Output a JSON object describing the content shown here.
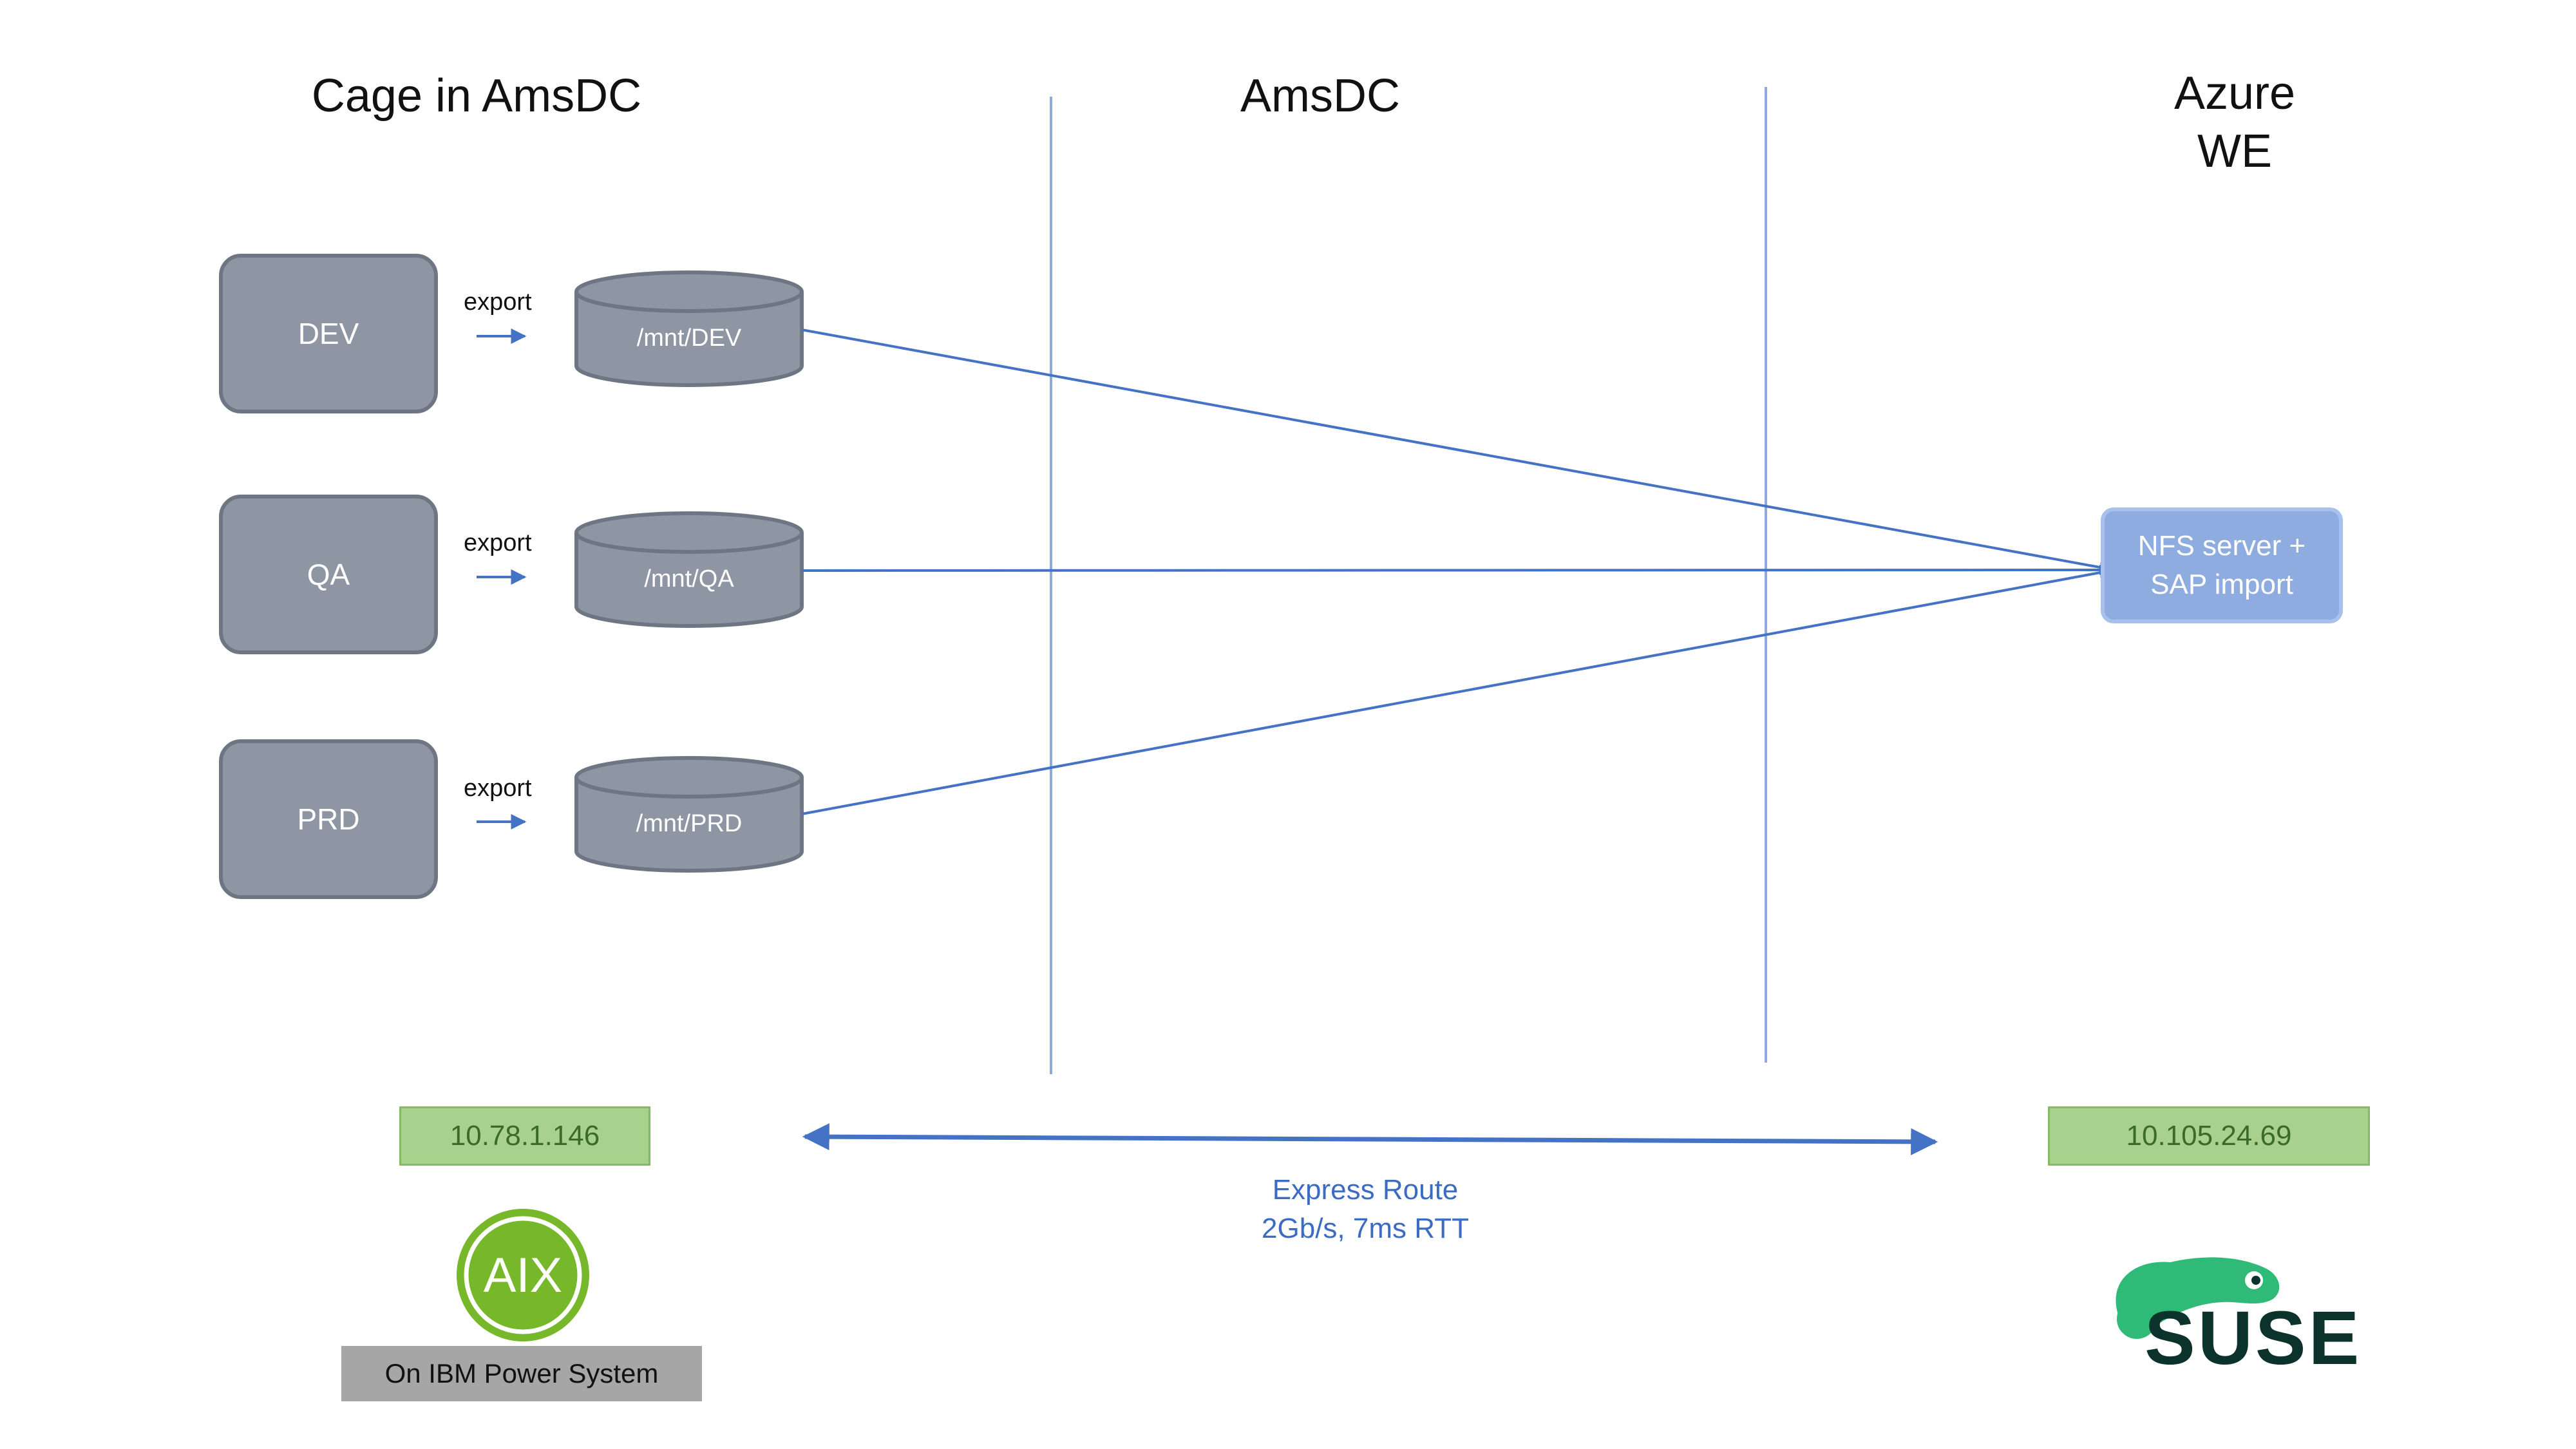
{
  "zones": {
    "left": "Cage in AmsDC",
    "middle": "AmsDC",
    "right_line1": "Azure",
    "right_line2": "WE"
  },
  "environments": [
    {
      "label": "DEV",
      "export_label": "export",
      "mount": "/mnt/DEV"
    },
    {
      "label": "QA",
      "export_label": "export",
      "mount": "/mnt/QA"
    },
    {
      "label": "PRD",
      "export_label": "export",
      "mount": "/mnt/PRD"
    }
  ],
  "nfs": {
    "line1": "NFS server +",
    "line2": "SAP import"
  },
  "ips": {
    "left": "10.78.1.146",
    "right": "10.105.24.69"
  },
  "route": {
    "line1": "Express Route",
    "line2": "2Gb/s, 7ms RTT"
  },
  "aix": {
    "logo_text": "AIX",
    "caption": "On IBM Power System"
  },
  "suse": {
    "logo_text": "SUSE"
  },
  "colors": {
    "arrow": "#4472c4",
    "divider": "#8faadc",
    "env_box": "#8e96a4",
    "nfs_box": "#8eacdf",
    "ip_box": "#a9d18e",
    "aix_green": "#76b82a",
    "suse_green": "#30ba78",
    "suse_dark": "#0c322c"
  }
}
